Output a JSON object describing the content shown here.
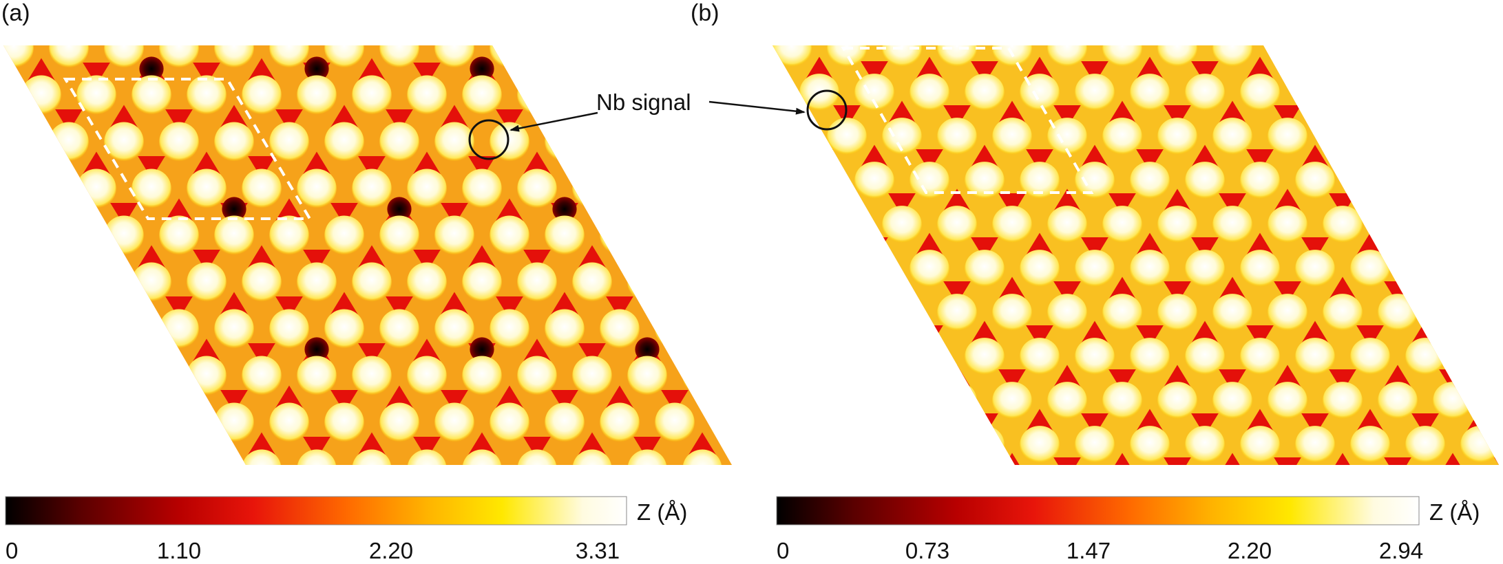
{
  "panels": [
    {
      "id": "a",
      "label": "(a)",
      "colorbar": {
        "unit": "Z (Å)",
        "min": 0,
        "max": 3.31,
        "ticks": [
          "0",
          "1.10",
          "2.20",
          "3.31"
        ]
      }
    },
    {
      "id": "b",
      "label": "(b)",
      "colorbar": {
        "unit": "Z (Å)",
        "min": 0,
        "max": 2.94,
        "ticks": [
          "0",
          "0.73",
          "1.47",
          "2.20",
          "2.94"
        ]
      }
    }
  ],
  "annotation": {
    "text": "Nb signal"
  },
  "colormap": [
    "#000000",
    "#5a0000",
    "#b80000",
    "#e8150a",
    "#ff6a00",
    "#ffb400",
    "#ffe800",
    "#fffbe0",
    "#ffffff"
  ]
}
